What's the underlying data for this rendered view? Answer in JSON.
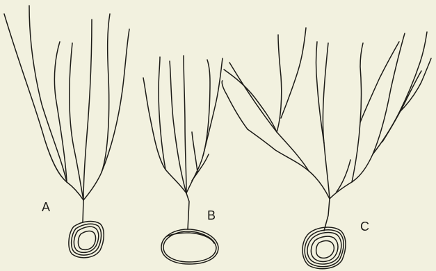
{
  "figure": {
    "background": "#f2f1df",
    "ink": "#1c1b17",
    "specimens": [
      {
        "id": "A",
        "label": "A"
      },
      {
        "id": "B",
        "label": "B"
      },
      {
        "id": "C",
        "label": "C"
      }
    ]
  }
}
